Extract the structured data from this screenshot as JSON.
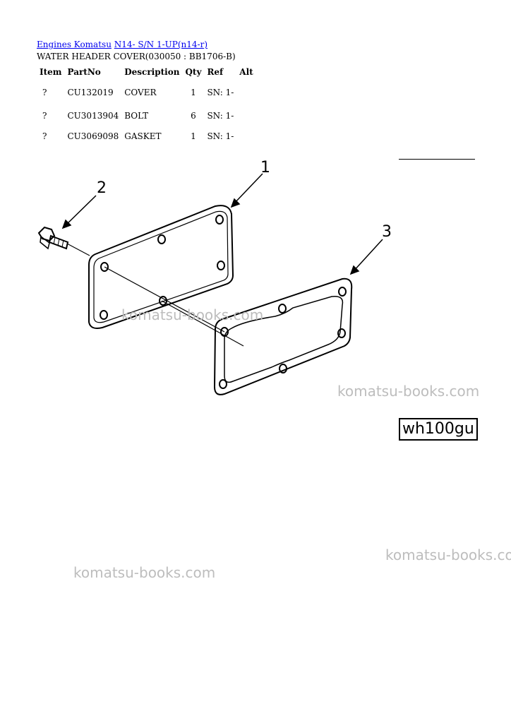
{
  "breadcrumb": {
    "link1": "Engines Komatsu",
    "link2": "N14- S/N 1-UP(n14-r)"
  },
  "title": "WATER HEADER COVER(030050 : BB1706-B)",
  "table": {
    "headers": [
      "Item",
      "PartNo",
      "Description",
      "Qty",
      "Ref",
      "Alt"
    ],
    "rows": [
      {
        "item": "?",
        "partno": "CU132019",
        "description": "COVER",
        "qty": "1",
        "ref": "SN: 1-",
        "alt": ""
      },
      {
        "item": "?",
        "partno": "CU3013904",
        "description": "BOLT",
        "qty": "6",
        "ref": "SN: 1-",
        "alt": ""
      },
      {
        "item": "?",
        "partno": "CU3069098",
        "description": "GASKET",
        "qty": "1",
        "ref": "SN: 1-",
        "alt": ""
      }
    ]
  },
  "callouts": {
    "cover": "1",
    "bolt": "2",
    "gasket": "3"
  },
  "figure_code": "wh100gu",
  "watermarks": [
    "komatsu-books.com",
    "komatsu-books.com",
    "komatsu-books.com",
    "komatsu-books.com"
  ]
}
